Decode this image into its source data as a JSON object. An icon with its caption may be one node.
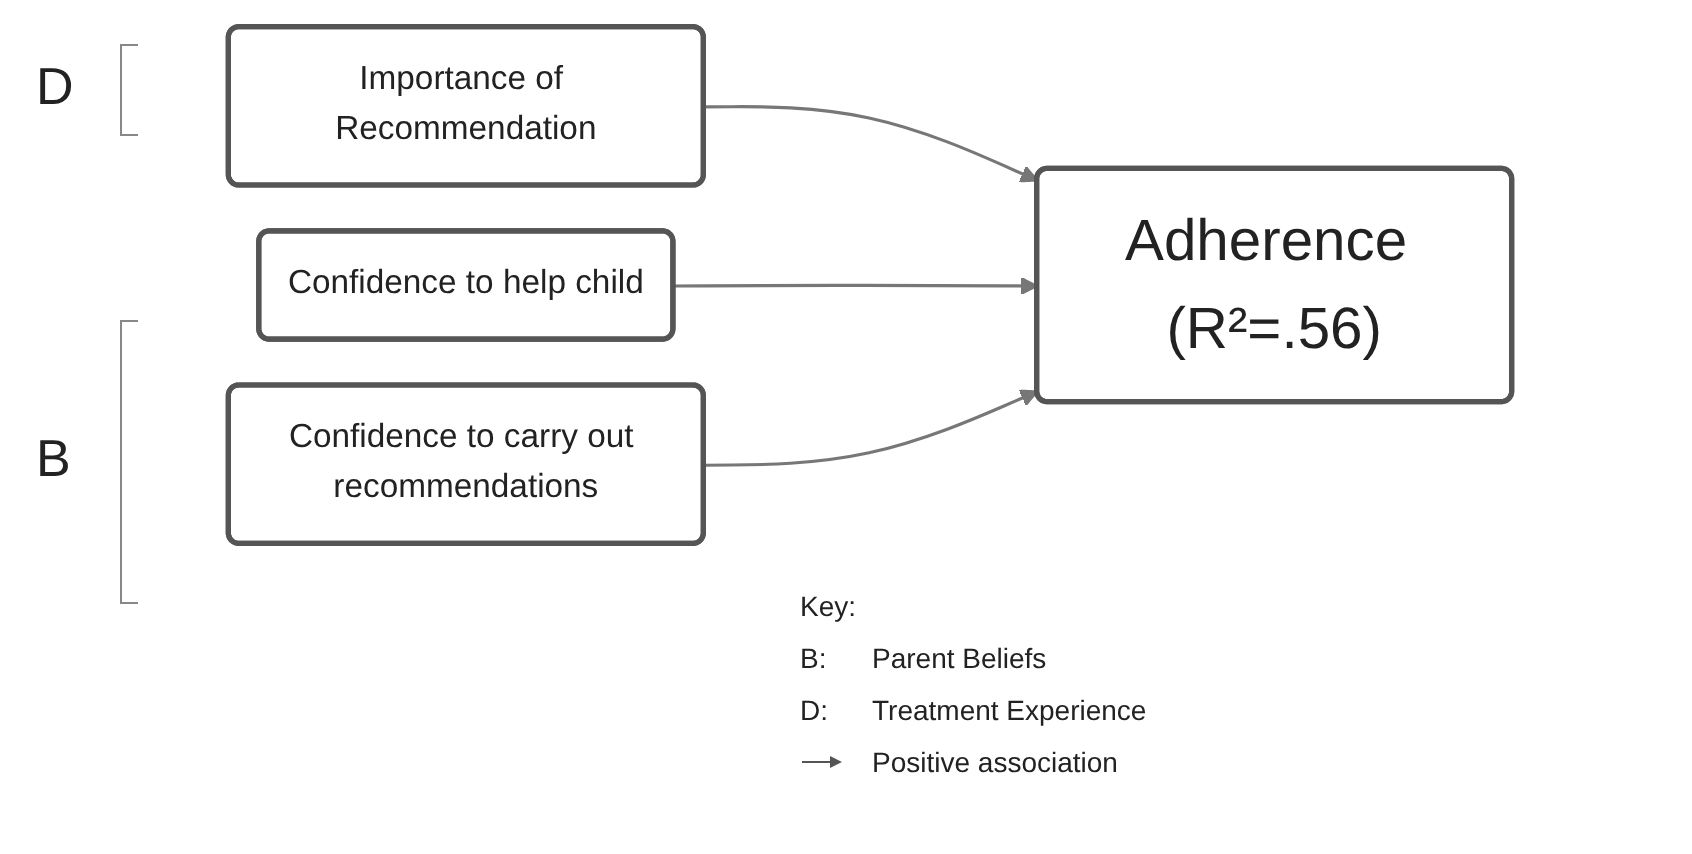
{
  "diagram": {
    "nodes": [
      {
        "text": [
          "Importance of Recommendation"
        ]
      },
      {
        "text": [
          "Confidence to help child"
        ]
      },
      {
        "text": [
          "Confidence to carry out recommendations"
        ]
      },
      {
        "text": [
          "Adherence (R²=.56)"
        ]
      }
    ],
    "edges": [
      {
        "from": 0,
        "to": 3,
        "arrow": "to"
      },
      {
        "from": 1,
        "to": 3,
        "arrow": "to"
      },
      {
        "from": 2,
        "to": 3,
        "arrow": "to"
      }
    ],
    "labels": [
      "D",
      "B",
      "Key:",
      "B:",
      "Parent Beliefs",
      "D:",
      "Treatment Experience"
    ],
    "legend": [
      {
        "text": "Positive association"
      }
    ]
  }
}
